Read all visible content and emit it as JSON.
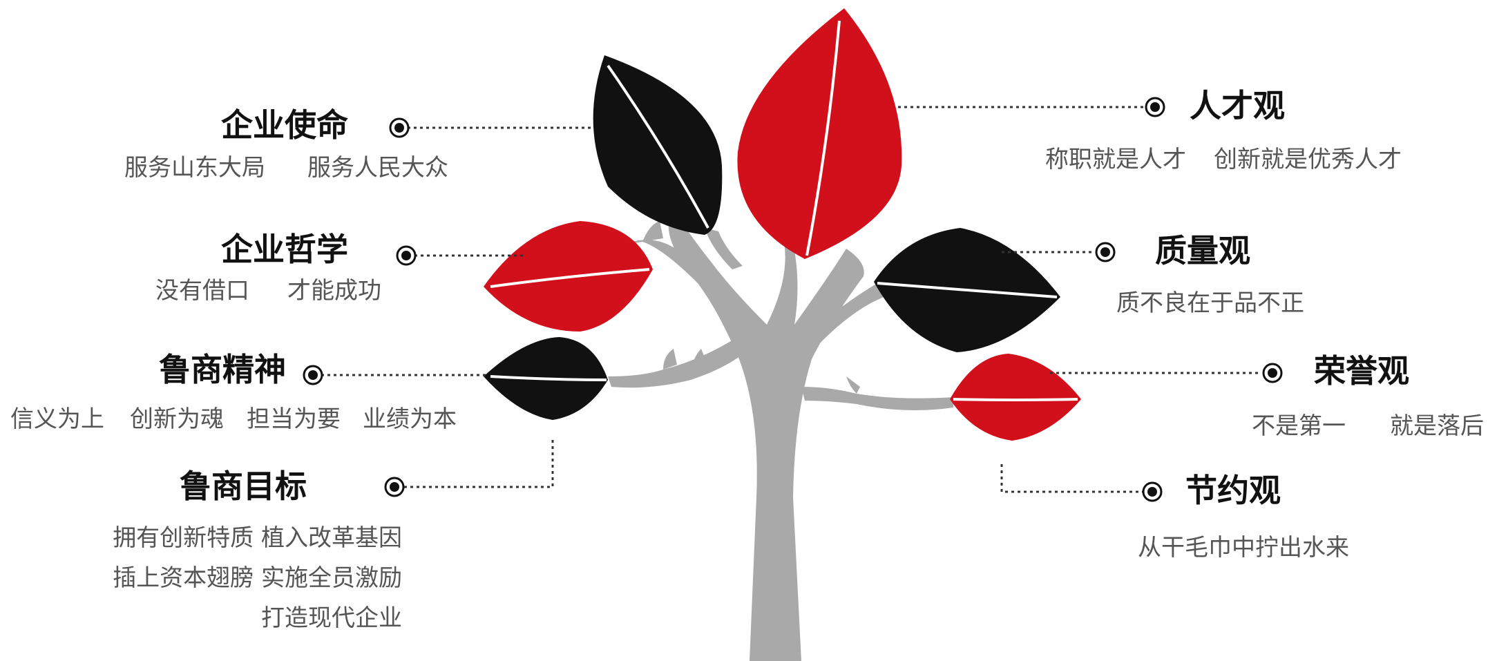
{
  "colors": {
    "red": "#d2101c",
    "black": "#111111",
    "trunk": "#a9a9a9",
    "text": "#111111",
    "subtext": "#555555"
  },
  "left": [
    {
      "title": "企业使命",
      "lines": [
        "服务山东大局",
        "服务人民大众"
      ]
    },
    {
      "title": "企业哲学",
      "lines": [
        "没有借口",
        "才能成功"
      ]
    },
    {
      "title": "鲁商精神",
      "lines": [
        "信义为上",
        "创新为魂",
        "担当为要",
        "业绩为本"
      ]
    },
    {
      "title": "鲁商目标",
      "lines": [
        "拥有创新特质 植入改革基因",
        "插上资本翅膀 实施全员激励",
        "打造现代企业"
      ]
    }
  ],
  "right": [
    {
      "title": "人才观",
      "lines": [
        "称职就是人才",
        "创新就是优秀人才"
      ]
    },
    {
      "title": "质量观",
      "lines": [
        "质不良在于品不正"
      ]
    },
    {
      "title": "荣誉观",
      "lines": [
        "不是第一",
        "就是落后"
      ]
    },
    {
      "title": "节约观",
      "lines": [
        "从干毛巾中拧出水来"
      ]
    }
  ]
}
